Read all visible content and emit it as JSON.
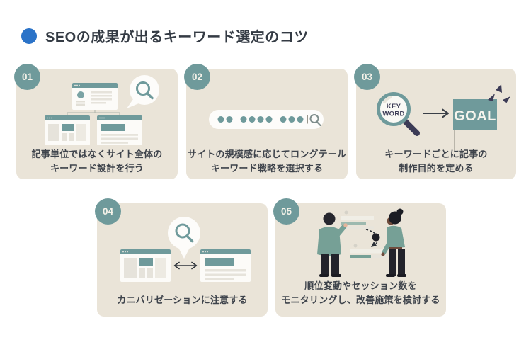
{
  "header": {
    "title": "SEOの成果が出るキーワード選定のコツ"
  },
  "palette": {
    "accent_blue": "#2B73C8",
    "teal": "#6F9A9B",
    "card_bg": "#EAE4D8",
    "dark_navy": "#3C3B56",
    "text_dark": "#3F444C",
    "illustration_green": "#76A096",
    "window_white": "#FCFBF8"
  },
  "cards": [
    {
      "number": "01",
      "caption_lines": [
        "記事単位ではなくサイト全体の",
        "キーワード設計を行う"
      ]
    },
    {
      "number": "02",
      "caption_lines": [
        "サイトの規模感に応じてロングテール",
        "キーワード戦略を選択する"
      ]
    },
    {
      "number": "03",
      "caption_lines": [
        "キーワードごとに記事の",
        "制作目的を定める"
      ],
      "magnifier_lines": [
        "KEY",
        "WORD"
      ],
      "flag_label": "GOAL"
    },
    {
      "number": "04",
      "caption_lines": [
        "カニバリゼーションに注意する"
      ]
    },
    {
      "number": "05",
      "caption_lines": [
        "順位変動やセッション数を",
        "モニタリングし、改善施策を検討する"
      ]
    }
  ]
}
